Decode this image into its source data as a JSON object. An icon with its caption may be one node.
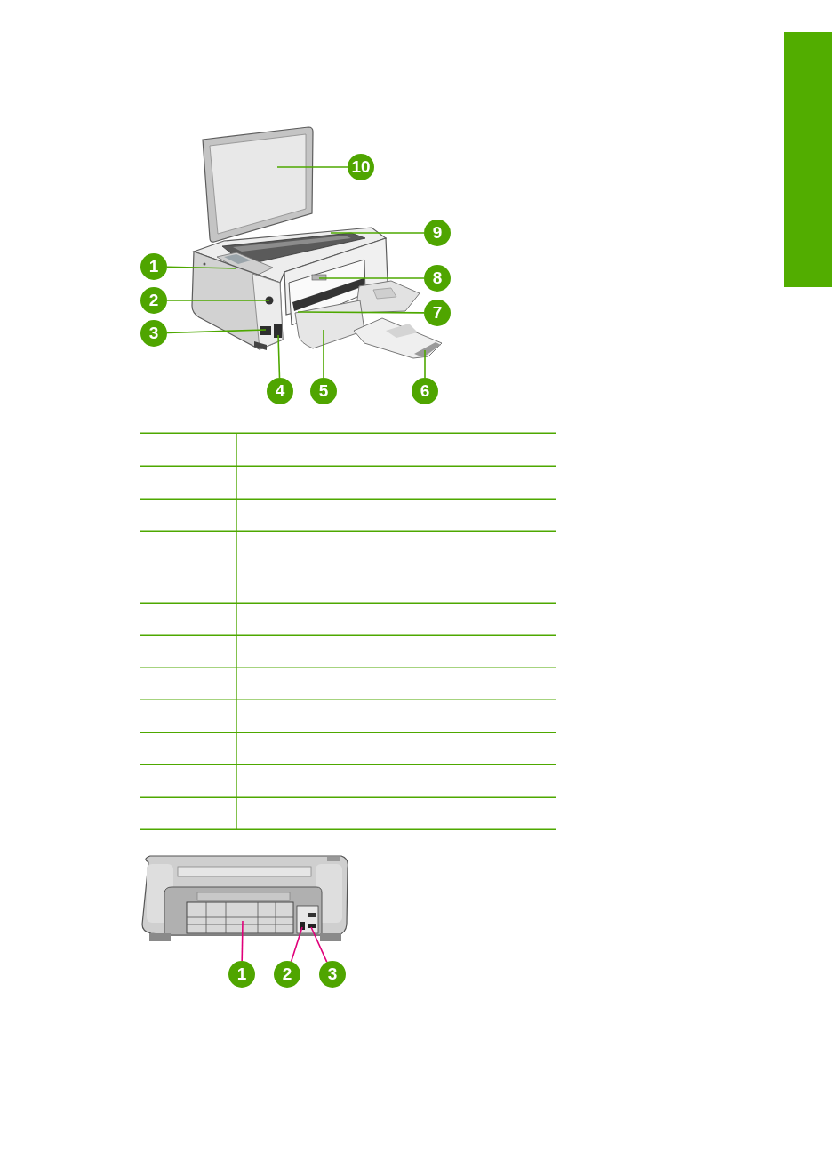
{
  "diagram": {
    "nodes": [
      {
        "text": [
          "1"
        ]
      },
      {
        "text": [
          "2"
        ]
      },
      {
        "text": [
          "3"
        ]
      },
      {
        "text": [
          "4"
        ]
      },
      {
        "text": [
          "5"
        ]
      },
      {
        "text": [
          "6"
        ]
      },
      {
        "text": [
          "7"
        ]
      },
      {
        "text": [
          "8"
        ]
      },
      {
        "text": [
          "9"
        ]
      },
      {
        "text": [
          "10"
        ]
      },
      {
        "text": [
          "1"
        ]
      },
      {
        "text": [
          "2"
        ]
      },
      {
        "text": [
          "3"
        ]
      },
      {
        "text": [],
        "shape": "bar"
      }
    ],
    "edges": [
      {
        "from": 0,
        "to": null,
        "arrow": "none"
      },
      {
        "from": 1,
        "to": null,
        "arrow": "none"
      },
      {
        "from": 2,
        "to": null,
        "arrow": "none"
      },
      {
        "from": 3,
        "to": null,
        "arrow": "none"
      },
      {
        "from": 4,
        "to": null,
        "arrow": "none"
      },
      {
        "from": 5,
        "to": null,
        "arrow": "none"
      },
      {
        "from": 6,
        "to": null,
        "arrow": "none"
      },
      {
        "from": 7,
        "to": null,
        "arrow": "none"
      },
      {
        "from": 8,
        "to": null,
        "arrow": "none"
      },
      {
        "from": 9,
        "to": null,
        "arrow": "none"
      },
      {
        "from": 10,
        "to": null,
        "arrow": "none",
        "color": "#e0007a"
      },
      {
        "from": 11,
        "to": null,
        "arrow": "none",
        "color": "#e0007a"
      },
      {
        "from": 12,
        "to": null,
        "arrow": "none",
        "color": "#e0007a"
      }
    ]
  }
}
